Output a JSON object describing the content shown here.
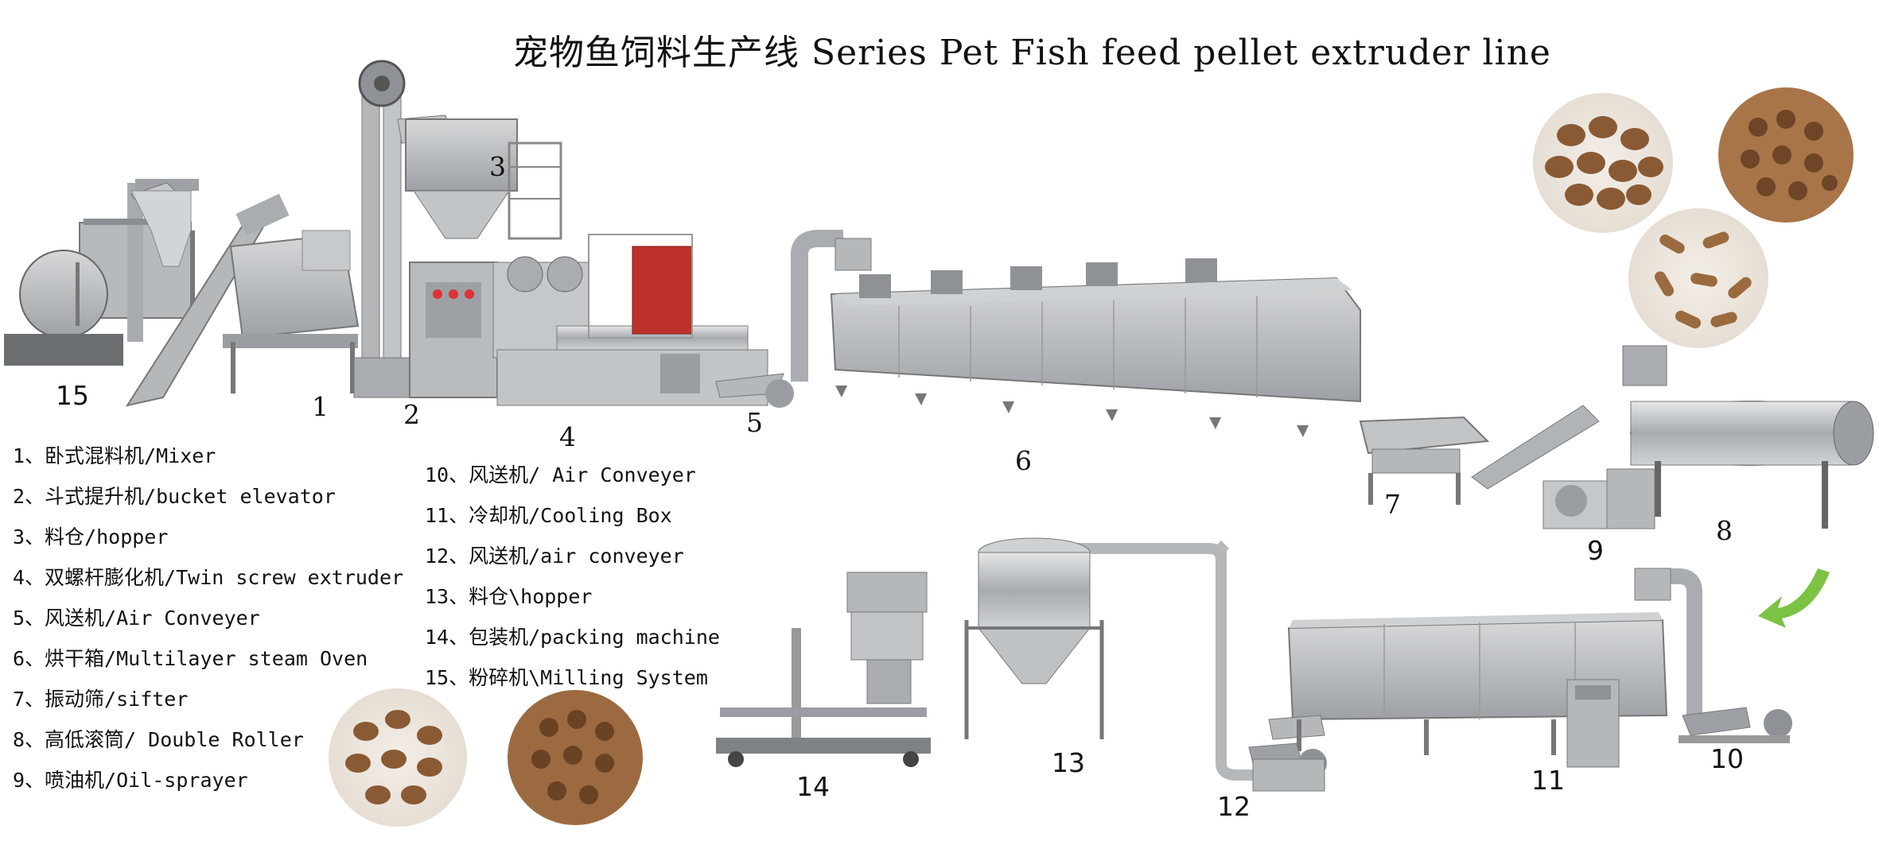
{
  "title": "宠物鱼饲料生产线 Series Pet Fish feed pellet extruder line",
  "legend_left": [
    "1、卧式混料机/Mixer",
    "2、斗式提升机/bucket elevator",
    "3、料仓/hopper",
    "4、双螺杆膨化机/Twin screw extruder",
    "5、风送机/Air Conveyer",
    "6、烘干箱/Multilayer steam Oven",
    "7、振动筛/sifter",
    "8、高低滚筒/ Double Roller",
    "9、喷油机/Oil-sprayer"
  ],
  "legend_right": [
    "10、风送机/ Air Conveyer",
    "11、冷却机/Cooling Box",
    "12、风送机/air conveyer",
    "13、料仓\\hopper",
    "14、包装机/packing machine",
    "15、粉碎机\\Milling System"
  ],
  "numbers": {
    "n1": "1",
    "n2": "2",
    "n3": "3",
    "n4": "4",
    "n5": "5",
    "n6": "6",
    "n7": "7",
    "n8": "8",
    "n9": "9",
    "n10": "10",
    "n11": "11",
    "n12": "12",
    "n13": "13",
    "n14": "14",
    "n15": "15"
  },
  "colors": {
    "steel": "#b9bcbf",
    "steel_dark": "#8e9296",
    "boiler_red": "#c0302a",
    "kibble": "#8a5a34",
    "arrow_green": "#7cc243"
  }
}
